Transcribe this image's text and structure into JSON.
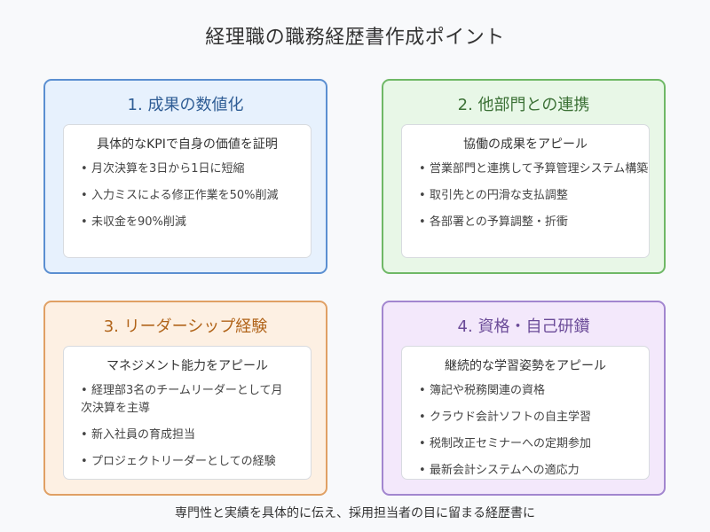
{
  "title": "経理職の職務経歴書作成ポイント",
  "footer": "専門性と実績を具体的に伝え、採用担当者の目に留まる経歴書に",
  "bullet_symbol": "•",
  "cards": [
    {
      "title": "1. 成果の数値化",
      "subtitle": "具体的なKPIで自身の価値を証明",
      "items": [
        "月次決算を3日から1日に短縮",
        "入力ミスによる修正作業を50%削減",
        "未収金を90%削減"
      ],
      "colors": {
        "background": "#e7f1fd",
        "border": "#5b8fd1",
        "title": "#2f5d95"
      }
    },
    {
      "title": "2. 他部門との連携",
      "subtitle": "協働の成果をアピール",
      "items": [
        "営業部門と連携して予算管理システム構築",
        "取引先との円滑な支払調整",
        "各部署との予算調整・折衝"
      ],
      "colors": {
        "background": "#e8f7e7",
        "border": "#6fb866",
        "title": "#3c7136"
      }
    },
    {
      "title": "3. リーダーシップ経験",
      "subtitle": "マネジメント能力をアピール",
      "items": [
        "経理部3名のチームリーダーとして月次決算を主導",
        "新入社員の育成担当",
        "プロジェクトリーダーとしての経験"
      ],
      "colors": {
        "background": "#fdf0e3",
        "border": "#e0a064",
        "title": "#b1641a"
      }
    },
    {
      "title": "4. 資格・自己研鑽",
      "subtitle": "継続的な学習姿勢をアピール",
      "items": [
        "簿記や税務関連の資格",
        "クラウド会計ソフトの自主学習",
        "税制改正セミナーへの定期参加",
        "最新会計システムへの適応力"
      ],
      "colors": {
        "background": "#f3e8fb",
        "border": "#a286cf",
        "title": "#6b4b98"
      }
    }
  ]
}
